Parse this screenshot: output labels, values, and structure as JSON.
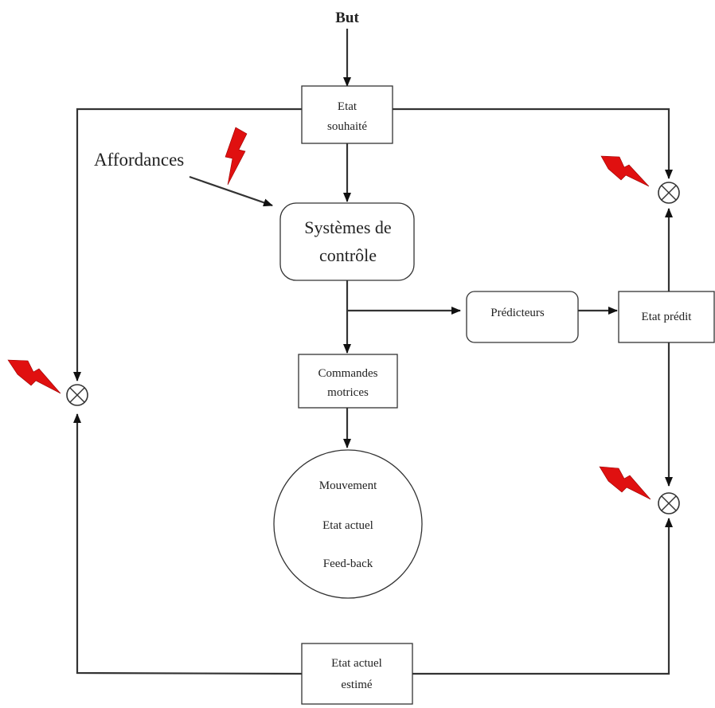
{
  "goal": "But",
  "desired_state": {
    "line1": "Etat",
    "line2": "souhaité"
  },
  "affordances": "Affordances",
  "control_systems": {
    "line1": "Systèmes de",
    "line2": "contrôle"
  },
  "predictors": "Prédicteurs",
  "predicted_state": "Etat prédit",
  "motor_commands": {
    "line1": "Commandes",
    "line2": "motrices"
  },
  "movement_circle": {
    "line1": "Mouvement",
    "line2": "Etat actuel",
    "line3": "Feed-back"
  },
  "estimated_state": {
    "line1": "Etat actuel",
    "line2": "estimé"
  },
  "colors": {
    "lines": "#333333",
    "lightning": "#e01010",
    "background": "#ffffff"
  },
  "icons": [
    "lightning-bolt-icon",
    "summing-junction-icon",
    "arrowhead-icon"
  ]
}
